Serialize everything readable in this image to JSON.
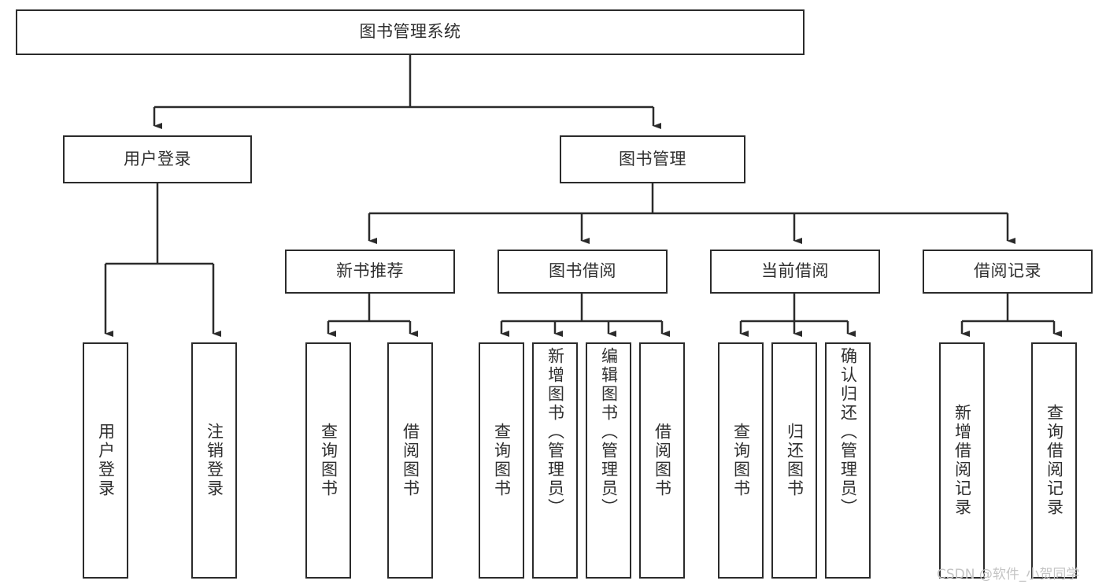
{
  "diagram": {
    "type": "tree-hierarchy",
    "title": "图书管理系统",
    "root": {
      "label": "图书管理系统"
    },
    "level1": [
      {
        "label": "用户登录"
      },
      {
        "label": "图书管理"
      }
    ],
    "level2": [
      {
        "label": "新书推荐",
        "parent": "图书管理"
      },
      {
        "label": "图书借阅",
        "parent": "图书管理"
      },
      {
        "label": "当前借阅",
        "parent": "图书管理"
      },
      {
        "label": "借阅记录",
        "parent": "图书管理"
      }
    ],
    "leaves": [
      {
        "label": "用户登录",
        "parent": "用户登录"
      },
      {
        "label": "注销登录",
        "parent": "用户登录"
      },
      {
        "label": "查询图书",
        "parent": "新书推荐"
      },
      {
        "label": "借阅图书",
        "parent": "新书推荐"
      },
      {
        "label": "查询图书",
        "parent": "图书借阅"
      },
      {
        "label": "新增图书（管理员）",
        "parent": "图书借阅"
      },
      {
        "label": "编辑图书（管理员）",
        "parent": "图书借阅"
      },
      {
        "label": "借阅图书",
        "parent": "图书借阅"
      },
      {
        "label": "查询图书",
        "parent": "当前借阅"
      },
      {
        "label": "归还图书",
        "parent": "当前借阅"
      },
      {
        "label": "确认归还（管理员）",
        "parent": "当前借阅"
      },
      {
        "label": "新增借阅记录",
        "parent": "借阅记录"
      },
      {
        "label": "查询借阅记录",
        "parent": "借阅记录"
      }
    ],
    "colors": {
      "stroke": "#2b2b2b",
      "text": "#2f2f2f",
      "background": "#ffffff",
      "watermark": "#c4c4c4"
    }
  },
  "watermark": {
    "text": "CSDN @软件_小贺同学"
  }
}
